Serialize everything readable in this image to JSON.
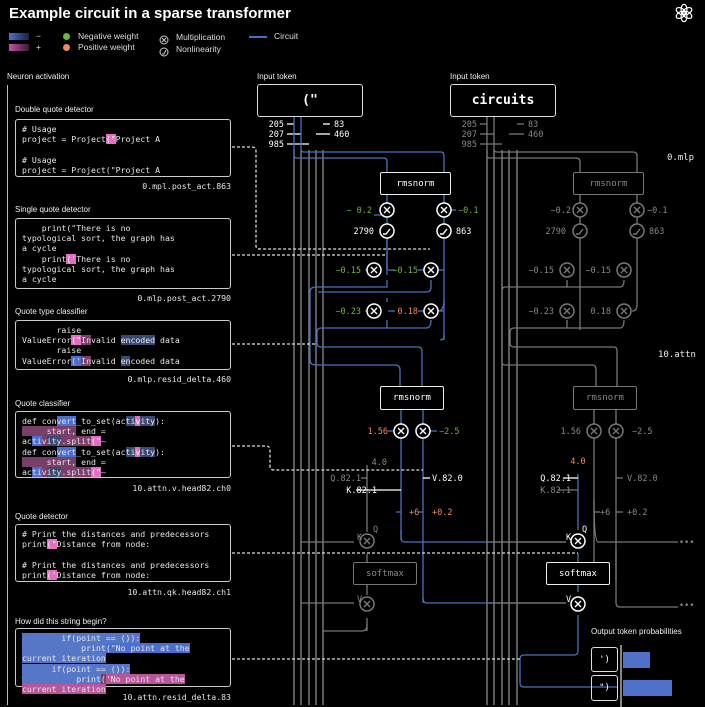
{
  "title": "Example circuit in a sparse transformer",
  "legend": {
    "gradient_negative": "−",
    "gradient_positive": "+",
    "negative_weight": "Negative weight",
    "positive_weight": "Positive weight",
    "multiplication": "Multiplication",
    "nonlinearity": "Nonlinearity",
    "circuit": "Circuit",
    "colors": {
      "negative_weight": "#6bb83a",
      "positive_weight": "#f08a5a",
      "circuit": "#4b6fc0",
      "negative_gradient": "#4b6fd0",
      "positive_gradient": "#c055a8"
    }
  },
  "left_panel": {
    "heading": "Neuron activation",
    "cards": [
      {
        "title": "Double quote detector",
        "caption": "0.mpl.post_act.863"
      },
      {
        "title": "Single quote detector",
        "caption": "0.mlp.post_act.2790"
      },
      {
        "title": "Quote type classifier",
        "caption": "0.mlp.resid_delta.460"
      },
      {
        "title": "Quote classifier",
        "caption": "10.attn.v.head82.ch0"
      },
      {
        "title": "Quote detector",
        "caption": "10.attn.qk.head82.ch1"
      },
      {
        "title": "How did this string begin?",
        "caption": "10.attn.resid_delta.83"
      }
    ],
    "code": {
      "c1": {
        "a": "# Usage",
        "b": "project = Project",
        "tok1": "(\"",
        "c": "Project A",
        "d": "# Usage",
        "e": "project = Project(\"Project A"
      },
      "c2": {
        "a": "    print(\"There is no",
        "b": "typological sort, the graph has",
        "c": "a cycle",
        "d": "    print",
        "tok": "('",
        "e": "There is no",
        "f": "typological sort, the graph has",
        "g": "a cycle"
      },
      "c3": {
        "a": "       raise",
        "b1": "ValueError",
        "b2": "(\"",
        "b3": "In",
        "b4": "valid ",
        "b5": "encoded",
        "b6": " data",
        "c": "       raise",
        "d1": "ValueError",
        "d2": "('",
        "d3": "In",
        "d4": "valid ",
        "d5": "en",
        "d6": "coded data"
      },
      "c4": {
        "a1": "def con",
        "a2": "vert",
        "a3": "_to_set(ac",
        "a4": "ti",
        "a5": "v",
        "a6": "ity",
        "a7": "):",
        "b1": "     start,",
        "b2": " end =",
        "c1": "ac",
        "c2": "ti",
        "c3": "v",
        "c4": "ity",
        "c5": ".split",
        "c6": "(\"",
        "c7": "–"
      },
      "c5": {
        "a": "# Print the distances and predecessors",
        "b1": "print",
        "b2": "(\"",
        "b3": "Distance from node:",
        "c": "# Print the distances and predecessors",
        "d1": "print",
        "d2": "('",
        "d3": "Distance from node:"
      },
      "c6": {
        "a": "        if(point == ()):",
        "b1": "            print",
        "b2": "(\"No point at the",
        "c": "current iteration",
        "d": "      if(point == ()):",
        "e1": "           print",
        "e2": "(",
        "e3": "'No",
        "e4": " point at the",
        "f": "current iteration"
      }
    }
  },
  "diagram": {
    "input_label": "Input token",
    "tokens": [
      "(\"",
      "circuits"
    ],
    "resid_numbers_left": [
      "205",
      "207",
      "985"
    ],
    "resid_numbers_right": [
      "83",
      "460"
    ],
    "layer_labels": [
      "0.mlp",
      "10.attn"
    ],
    "rmsnorm": "rmsnorm",
    "softmax": "softmax",
    "mlp_weights": [
      "− 0.2",
      "−0.1"
    ],
    "mlp_neurons": [
      "2790",
      "863"
    ],
    "mid_weights": [
      "−0.15",
      "−0.15",
      "−0.23",
      "0.18"
    ],
    "attn_weights": [
      "1.56",
      "−2.5"
    ],
    "attn_score": "4.0",
    "q_label": "Q.82.1",
    "k_label": "K.82.1",
    "v_label": "V.82.0",
    "plus_labels": [
      "+6",
      "+0.2"
    ],
    "kqv": [
      "K",
      "Q",
      "V"
    ],
    "ellipsis": "•••",
    "gray_weights": [
      "−0.2",
      "−0.1",
      "−0.15",
      "−0.15",
      "−0.23",
      "0.18",
      "1.56",
      "−2.5"
    ]
  },
  "output": {
    "title": "Output token probabilities",
    "tokens": [
      "')",
      "\")"
    ],
    "probabilities": [
      0.55,
      1.0
    ]
  }
}
